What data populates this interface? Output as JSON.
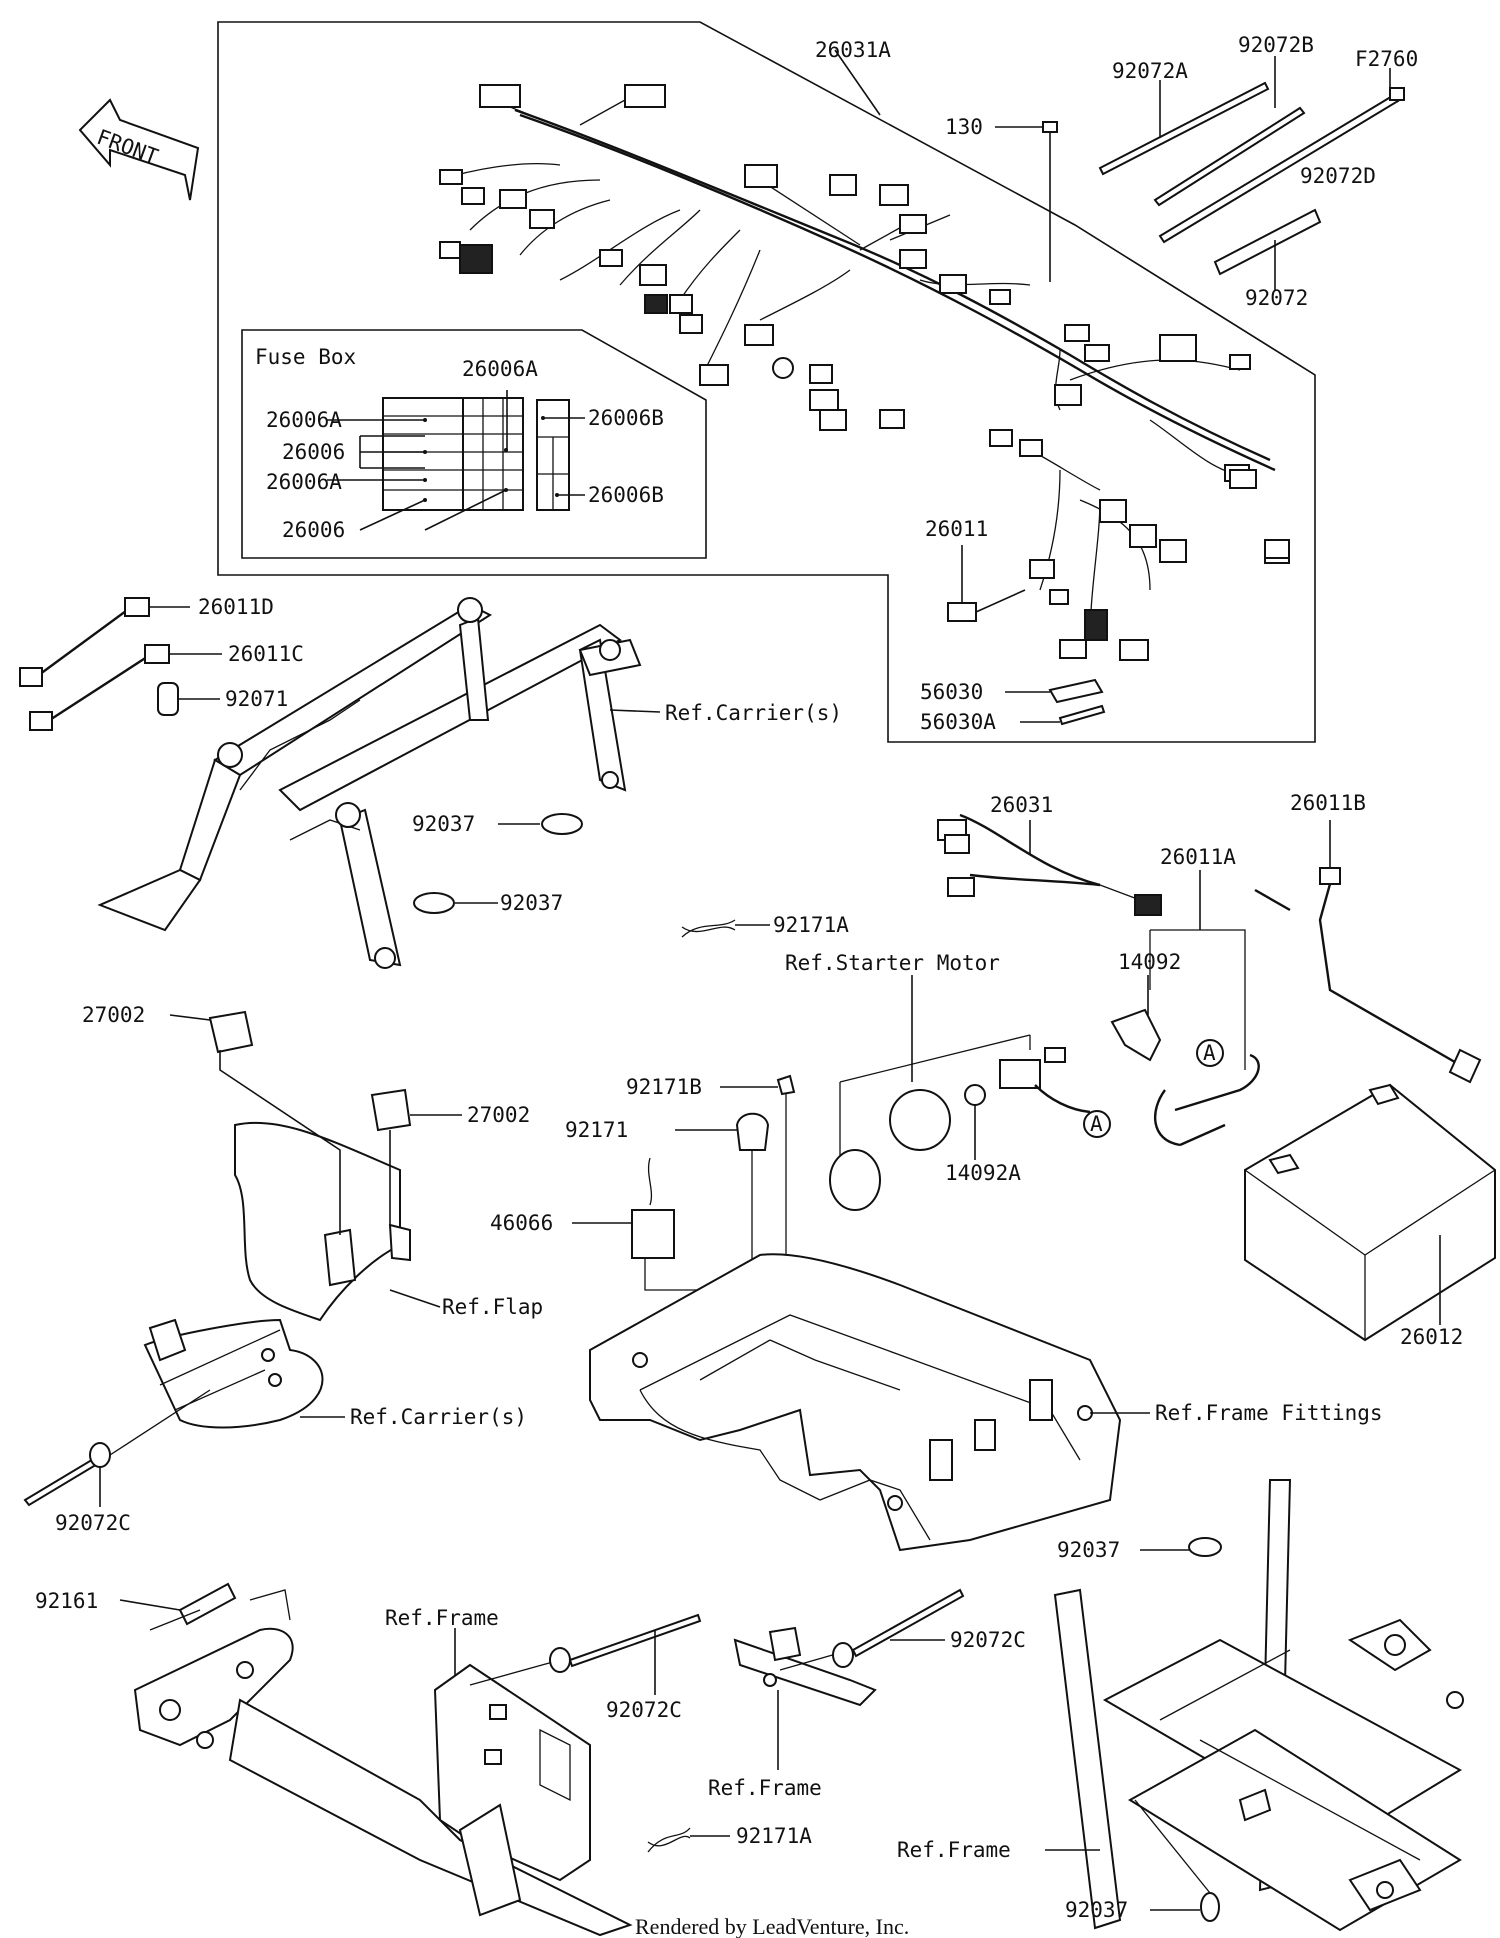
{
  "front_arrow": {
    "text": "FRONT"
  },
  "fuse_box": {
    "title": "Fuse Box"
  },
  "callouts": {
    "harness_main": "26031A",
    "bolt_130": "130",
    "clamp_92072A": "92072A",
    "clamp_92072B": "92072B",
    "f2760": "F2760",
    "clamp_92072D": "92072D",
    "clamp_92072": "92072",
    "fuse_26006A_top": "26006A",
    "fuse_26006A_1": "26006A",
    "fuse_26006_1": "26006",
    "fuse_26006A_2": "26006A",
    "fuse_26006_2": "26006",
    "fuse_26006B_1": "26006B",
    "fuse_26006B_2": "26006B",
    "lead_26011": "26011",
    "label_56030": "56030",
    "label_56030A": "56030A",
    "lead_26011D": "26011D",
    "lead_26011C": "26011C",
    "grommet_92071": "92071",
    "ref_carrier_top": "Ref.Carrier(s)",
    "clamp_92037_a": "92037",
    "clamp_92037_b": "92037",
    "harness_26031": "26031",
    "lead_26011B": "26011B",
    "lead_26011A": "26011A",
    "clamp_92171A_top": "92171A",
    "ref_starter_motor": "Ref.Starter Motor",
    "cover_14092": "14092",
    "relay_27002_a": "27002",
    "relay_27002_b": "27002",
    "clamp_92171B": "92171B",
    "clamp_92171": "92171",
    "cover_14092A": "14092A",
    "switch_46066": "46066",
    "ref_flap": "Ref.Flap",
    "battery_26012": "26012",
    "ref_carrier_mid": "Ref.Carrier(s)",
    "ref_frame_fittings": "Ref.Frame Fittings",
    "clamp_92072C_left": "92072C",
    "clamp_92037_c": "92037",
    "tube_92161": "92161",
    "ref_frame_left": "Ref.Frame",
    "clamp_92072C_mid": "92072C",
    "clamp_92072C_right": "92072C",
    "ref_frame_mid": "Ref.Frame",
    "clamp_92171A_bottom": "92171A",
    "ref_frame_right": "Ref.Frame",
    "clamp_92037_d": "92037",
    "circle_a1": "A",
    "circle_a2": "A"
  },
  "footer": {
    "credit": "Rendered by LeadVenture, Inc."
  }
}
